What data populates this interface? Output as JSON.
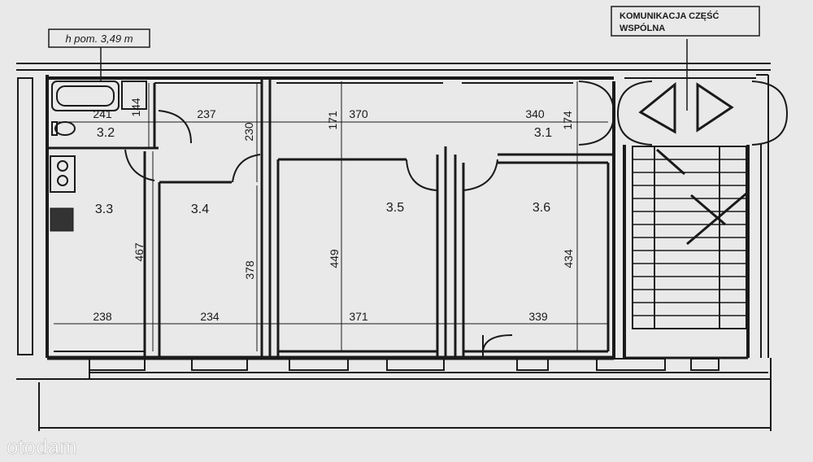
{
  "plan": {
    "height_note": "h pom. 3,49 m",
    "common_area": [
      "KOMUNIKACJA CZĘŚĆ",
      "WSPÓLNA"
    ],
    "watermark": "otodam",
    "rooms": [
      {
        "id": "3.1",
        "label": "3.1"
      },
      {
        "id": "3.2",
        "label": "3.2"
      },
      {
        "id": "3.3",
        "label": "3.3"
      },
      {
        "id": "3.4",
        "label": "3.4"
      },
      {
        "id": "3.5",
        "label": "3.5"
      },
      {
        "id": "3.6",
        "label": "3.6"
      }
    ],
    "dimensions": {
      "top_241": "241",
      "top_144": "144",
      "top_237": "237",
      "top_230": "230",
      "top_171": "171",
      "top_370": "370",
      "top_340": "340",
      "top_174": "174",
      "v_467": "467",
      "v_378": "378",
      "v_449": "449",
      "v_434": "434",
      "bot_238": "238",
      "bot_234": "234",
      "bot_371": "371",
      "bot_339": "339"
    }
  },
  "colors": {
    "background": "#e9e9e9",
    "lines": "#1a1a1a",
    "watermark": "#ffffff"
  }
}
